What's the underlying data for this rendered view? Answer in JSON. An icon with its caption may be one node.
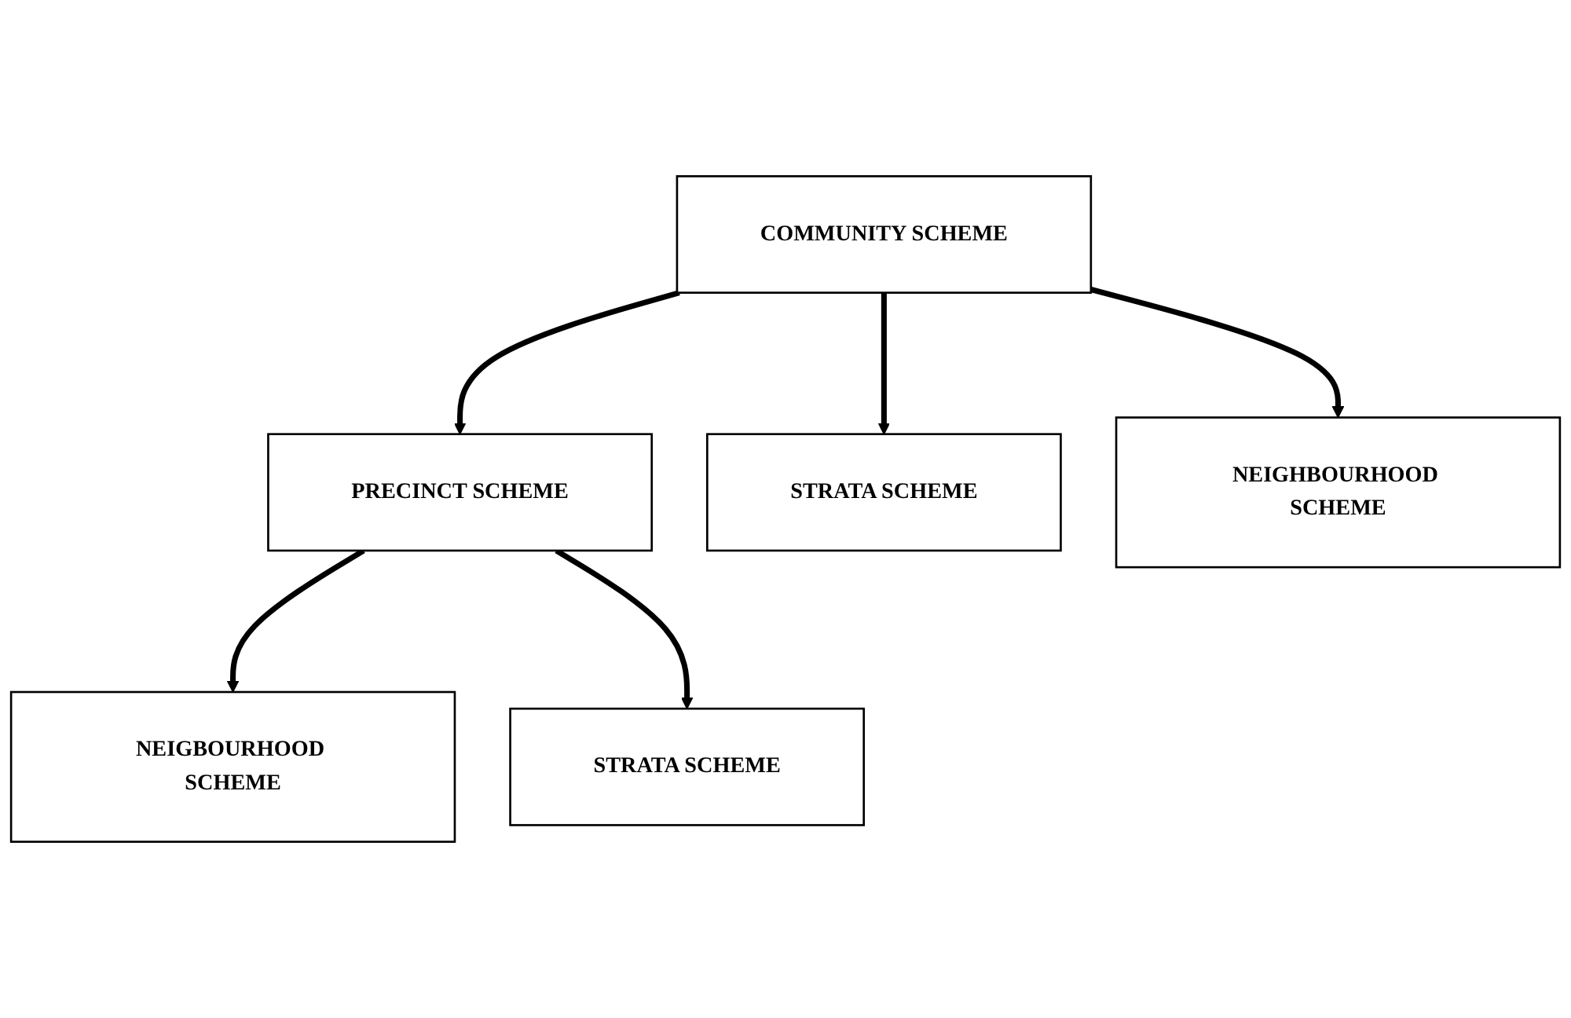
{
  "diagram": {
    "nodes": [
      {
        "text": [
          "COMMUNITY SCHEME"
        ]
      },
      {
        "text": [
          "PRECINCT SCHEME"
        ]
      },
      {
        "text": [
          "NEIGBOURHOOD SCHEME"
        ]
      },
      {
        "text": [
          "STRATA SCHEME"
        ]
      },
      {
        "text": [
          "STRATA SCHEME"
        ]
      },
      {
        "text": [
          "NEIGHBOURHOOD SCHEME"
        ]
      }
    ],
    "edges": [
      {
        "from": 0,
        "to": 1,
        "arrow": "to"
      },
      {
        "from": 0,
        "to": 4,
        "arrow": "to"
      },
      {
        "from": 0,
        "to": 5,
        "arrow": "to"
      },
      {
        "from": 1,
        "to": 2,
        "arrow": "to"
      },
      {
        "from": 1,
        "to": 3,
        "arrow": "to"
      }
    ]
  }
}
